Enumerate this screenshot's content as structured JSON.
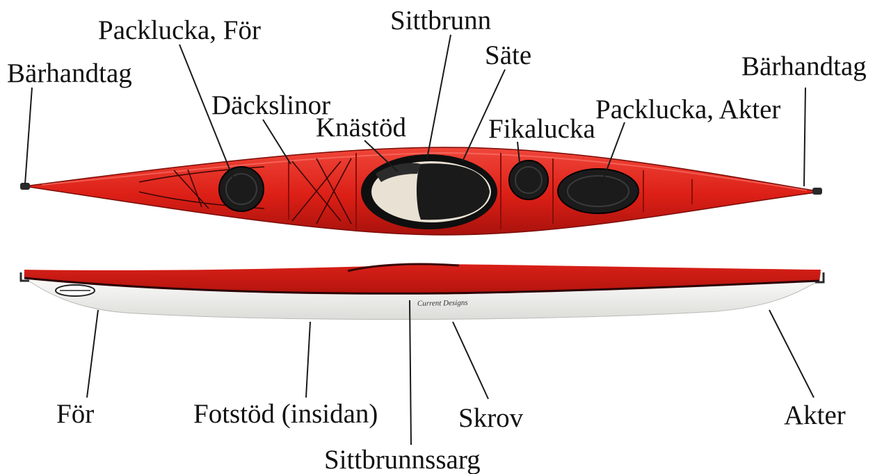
{
  "labels": {
    "packlucka_for": "Packlucka, För",
    "sittbrunn": "Sittbrunn",
    "sate": "Säte",
    "barhandtag_left": "Bärhandtag",
    "barhandtag_right": "Bärhandtag",
    "dackslinor": "Däckslinor",
    "knastod": "Knästöd",
    "fikalucka": "Fikalucka",
    "packlucka_akter": "Packlucka, Akter",
    "for": "För",
    "fotstod": "Fotstöd (insidan)",
    "skrov": "Skrov",
    "akter": "Akter",
    "sittbrunnssarg": "Sittbrunnssarg"
  },
  "hull_brand": "Current Designs",
  "colors": {
    "deck_red": "#e2231a",
    "deck_shadow": "#a8120c",
    "hatch_black": "#1b1b1b",
    "hull_white": "#f6f6f4",
    "text": "#111111"
  }
}
